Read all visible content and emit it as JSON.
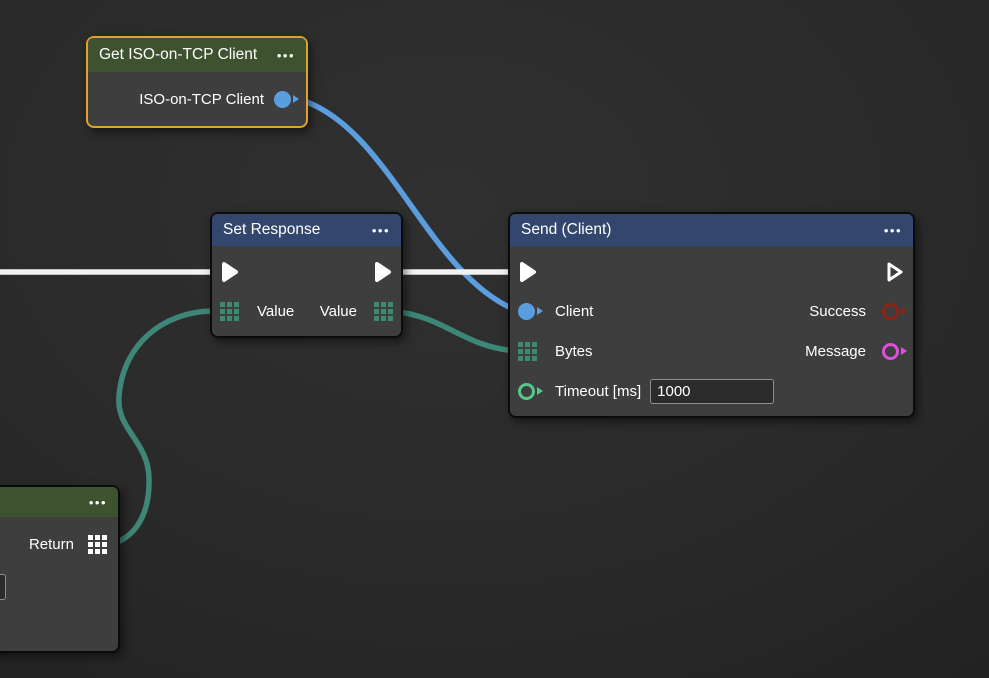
{
  "colors": {
    "background": "#2a2a2a",
    "node_body": "#3e3e3e",
    "header_green": "#3e5230",
    "header_blue": "#33476e",
    "selection_orange": "#dfa22f",
    "exec_wire_white": "#f2f2f2",
    "object_port_blue": "#5b9ee0",
    "bytes_grid_teal": "#3e8a70",
    "data_wire_teal": "#3e8678",
    "number_ring_green": "#57c78d",
    "success_ring_red": "#8c2418",
    "message_ring_magenta": "#dd4fdd"
  },
  "nodes": {
    "get_client": {
      "title": "Get ISO-on-TCP Client",
      "menu": "•••",
      "output_label": "ISO-on-TCP Client",
      "selected": true
    },
    "set_response": {
      "title": "Set Response",
      "menu": "•••",
      "value_in_label": "Value",
      "value_out_label": "Value"
    },
    "send_client": {
      "title": "Send (Client)",
      "menu": "•••",
      "client_label": "Client",
      "bytes_label": "Bytes",
      "timeout_label": "Timeout [ms]",
      "timeout_value": "1000",
      "success_label": "Success",
      "message_label": "Message"
    },
    "return_node": {
      "menu": "•••",
      "return_label": "Return",
      "partial_input_value": ""
    }
  },
  "wires": [
    {
      "name": "exec-flow-line",
      "color": "#f2f2f2"
    },
    {
      "name": "client-to-send-client",
      "color": "#5b9ee0"
    },
    {
      "name": "return-to-set-response-value",
      "color": "#3e8678"
    },
    {
      "name": "set-response-value-to-bytes",
      "color": "#3e8678"
    }
  ]
}
